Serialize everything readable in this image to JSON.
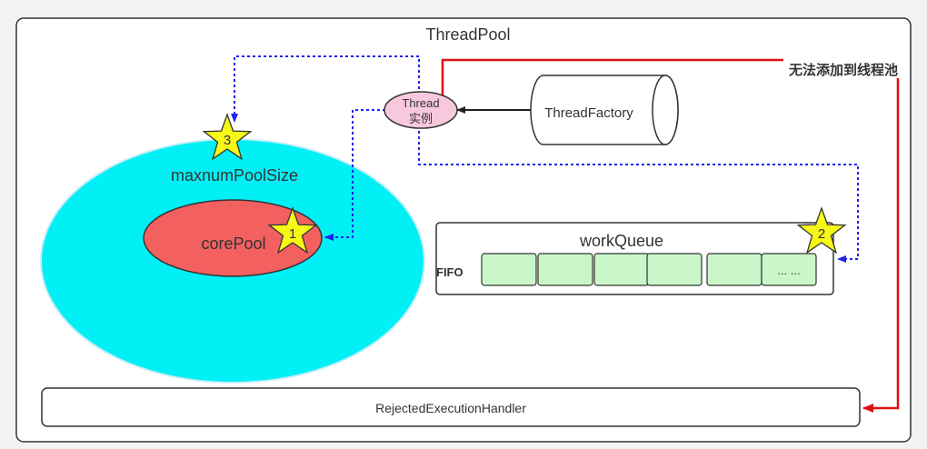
{
  "title": "ThreadPool",
  "thread": {
    "line1": "Thread",
    "line2": "实例",
    "color": "#f8c8dc"
  },
  "thread_factory": "ThreadFactory",
  "max_pool": {
    "label": "maxnumPoolSize",
    "color": "#00f0f6"
  },
  "core_pool": {
    "label": "corePool",
    "color": "#f26060"
  },
  "work_queue": {
    "label": "workQueue",
    "fifo": "FIFO",
    "slots": [
      "",
      "",
      "",
      "",
      "",
      "... ..."
    ],
    "slot_color": "#c9f7c9"
  },
  "rejected_handler": "RejectedExecutionHandler",
  "reject_label": "无法添加到线程池",
  "steps": [
    "1",
    "2",
    "3"
  ],
  "colors": {
    "reject_line": "#e01010",
    "flow_line": "#2020ee",
    "star": "#f7f718"
  }
}
